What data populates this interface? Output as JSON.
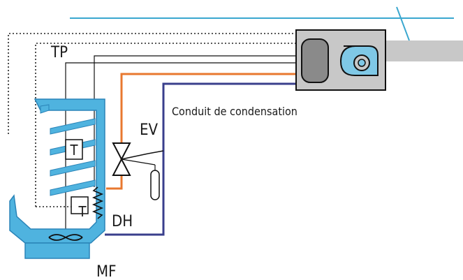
{
  "diagram": {
    "labels": {
      "tp": "TP",
      "ev": "EV",
      "dh": "DH",
      "mf": "MF",
      "thermostat_top": "T",
      "thermostat_bottom": "T",
      "conduit": "Conduit de condensation"
    },
    "colors": {
      "unit_blue": "#4fb3df",
      "unit_blue_dark": "#2a84b8",
      "suction_line": "#3a3f8c",
      "liquid_line": "#e8782f",
      "condensing_unit_gray": "#c8c8c8",
      "duct_blue": "#3aa7cf"
    },
    "icons": [
      "fan-icon",
      "expansion-valve-icon",
      "heater-coil-icon",
      "compressor-icon",
      "condenser-fan-icon"
    ]
  }
}
